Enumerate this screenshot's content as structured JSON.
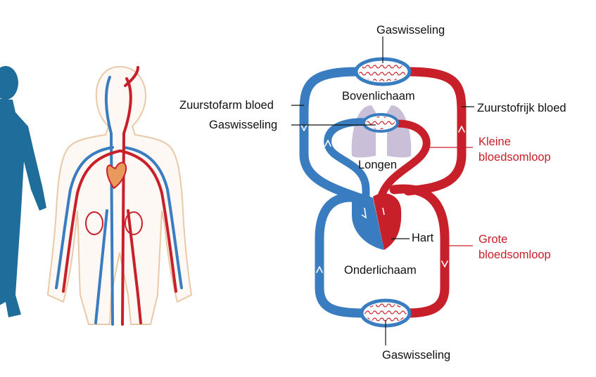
{
  "labels": {
    "gas_exchange_top": "Gaswisseling",
    "upper_body": "Bovenlichaam",
    "deoxygenated_blood": "Zuurstofarm bloed",
    "oxygenated_blood": "Zuurstofrijk bloed",
    "gas_exchange_lungs": "Gaswisseling",
    "pulmonary_circulation_1": "Kleine",
    "pulmonary_circulation_2": "bloedsomloop",
    "lungs": "Longen",
    "heart": "Hart",
    "systemic_circulation_1": "Grote",
    "systemic_circulation_2": "bloedsomloop",
    "lower_body": "Onderlichaam",
    "gas_exchange_bottom": "Gaswisseling"
  },
  "colors": {
    "deoxygenated": "#3a7cc0",
    "oxygenated": "#c8202a",
    "silhouette": "#1f6d9a",
    "lungs": "#c9bfd8",
    "body_outline": "#e8c9a8",
    "callout_red": "#c8202a"
  }
}
